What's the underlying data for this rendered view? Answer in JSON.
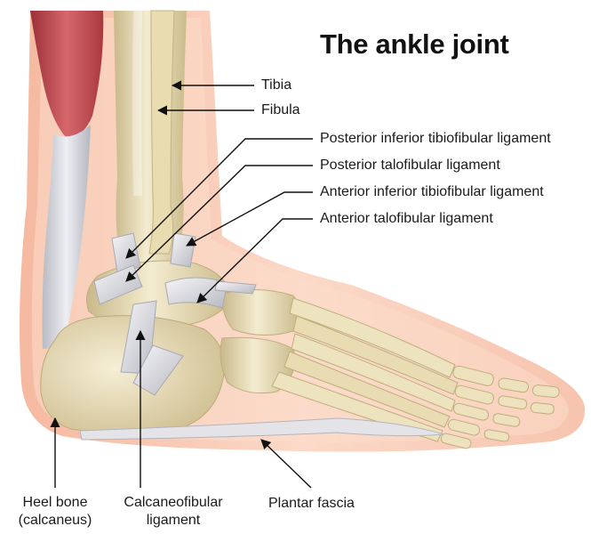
{
  "title": "The ankle joint",
  "labels": {
    "tibia": "Tibia",
    "fibula": "Fibula",
    "posterior_inferior_tibiofibular": "Posterior inferior tibiofibular ligament",
    "posterior_talofibular": "Posterior talofibular ligament",
    "anterior_inferior_tibiofibular": "Anterior inferior tibiofibular ligament",
    "anterior_talofibular": "Anterior talofibular ligament",
    "heel_bone_line1": "Heel bone",
    "heel_bone_line2": "(calcaneus)",
    "calcaneofibular_line1": "Calcaneofibular",
    "calcaneofibular_line2": "ligament",
    "plantar_fascia": "Plantar fascia"
  },
  "colors": {
    "skin": "#f8cbb5",
    "skin_light": "#fde4d8",
    "bone": "#efe6c4",
    "bone_shade": "#cfc08f",
    "ligament": "#e7e7e9",
    "muscle": "#c8525a",
    "tendon": "#dcdde2",
    "arrow": "#111111"
  }
}
